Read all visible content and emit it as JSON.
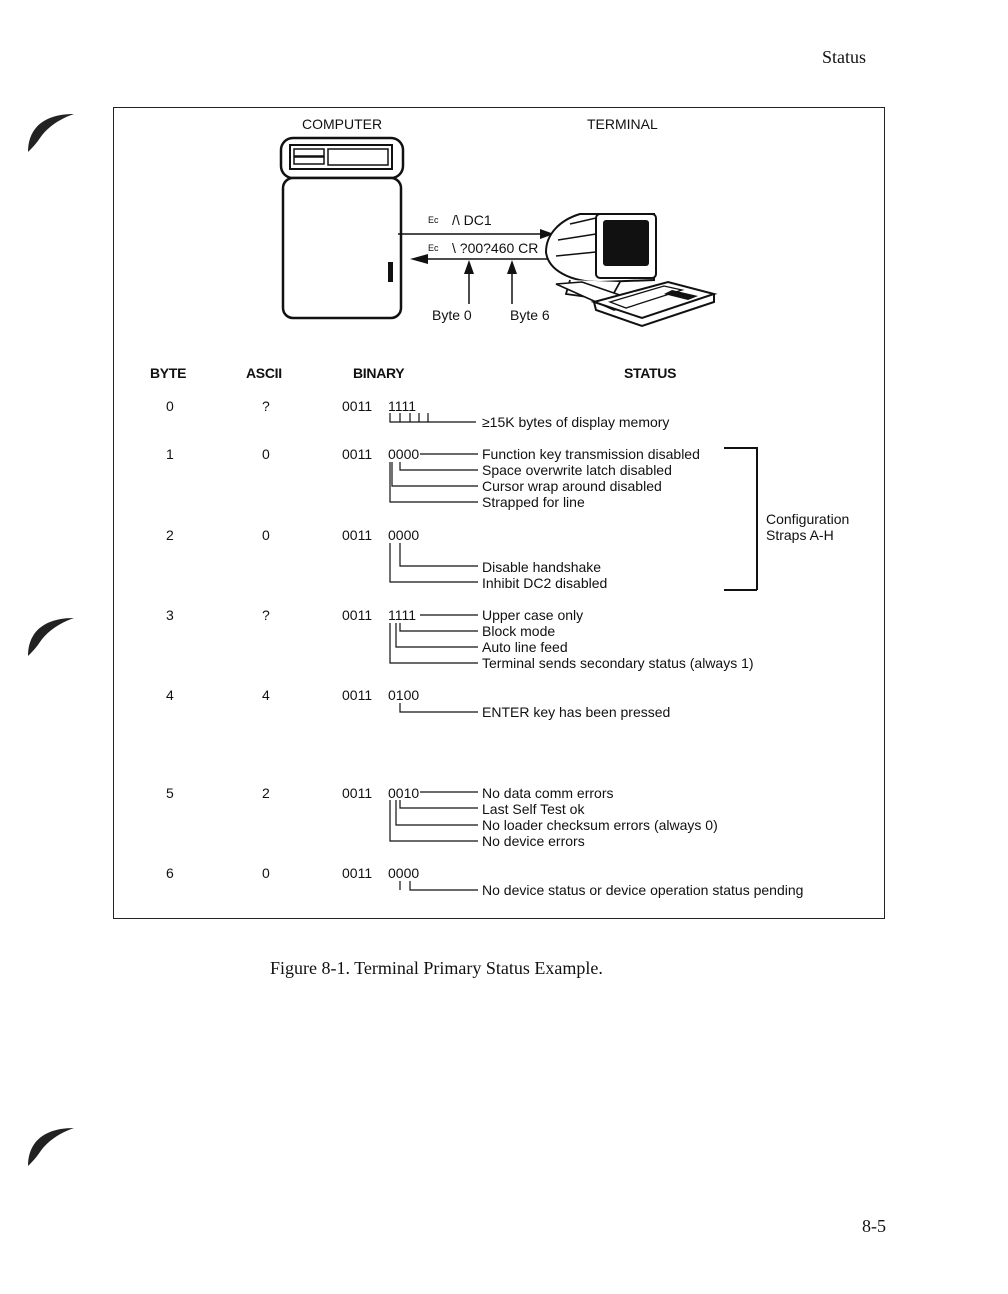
{
  "page": {
    "header": "Status",
    "page_number": "8-5",
    "caption": "Figure 8-1. Terminal Primary Status Example."
  },
  "diagram": {
    "computer_label": "COMPUTER",
    "terminal_label": "TERMINAL",
    "escape_symbol": "Ec",
    "outgoing_sequence": "/\\  DC1",
    "incoming_sequence": "\\ ?00?460 CR",
    "byte0_label": "Byte 0",
    "byte6_label": "Byte 6"
  },
  "table": {
    "headers": {
      "byte": "BYTE",
      "ascii": "ASCII",
      "binary": "BINARY",
      "status": "STATUS"
    },
    "rows": [
      {
        "byte": "0",
        "ascii": "?",
        "bin_hi": "0011",
        "bin_lo": "1111",
        "statuses": [
          "≥15K bytes of display memory"
        ]
      },
      {
        "byte": "1",
        "ascii": "0",
        "bin_hi": "0011",
        "bin_lo": "0000",
        "statuses": [
          "Function key transmission disabled",
          "Space overwrite latch disabled",
          "Cursor wrap around disabled",
          "Strapped for line"
        ]
      },
      {
        "byte": "2",
        "ascii": "0",
        "bin_hi": "0011",
        "bin_lo": "0000",
        "statuses": [
          "Disable handshake",
          "Inhibit DC2 disabled"
        ]
      },
      {
        "byte": "3",
        "ascii": "?",
        "bin_hi": "0011",
        "bin_lo": "1111",
        "statuses": [
          "Upper case only",
          "Block mode",
          "Auto line feed",
          "Terminal sends secondary status (always 1)"
        ]
      },
      {
        "byte": "4",
        "ascii": "4",
        "bin_hi": "0011",
        "bin_lo": "0100",
        "statuses": [
          "ENTER key has been pressed"
        ]
      },
      {
        "byte": "5",
        "ascii": "2",
        "bin_hi": "0011",
        "bin_lo": "0010",
        "statuses": [
          "No data comm errors",
          "Last Self Test ok",
          "No loader checksum errors (always 0)",
          "No device errors"
        ]
      },
      {
        "byte": "6",
        "ascii": "0",
        "bin_hi": "0011",
        "bin_lo": "0000",
        "statuses": [
          "No device status or device operation status pending"
        ]
      }
    ],
    "bracket_label_line1": "Configuration",
    "bracket_label_line2": "Straps A-H"
  }
}
